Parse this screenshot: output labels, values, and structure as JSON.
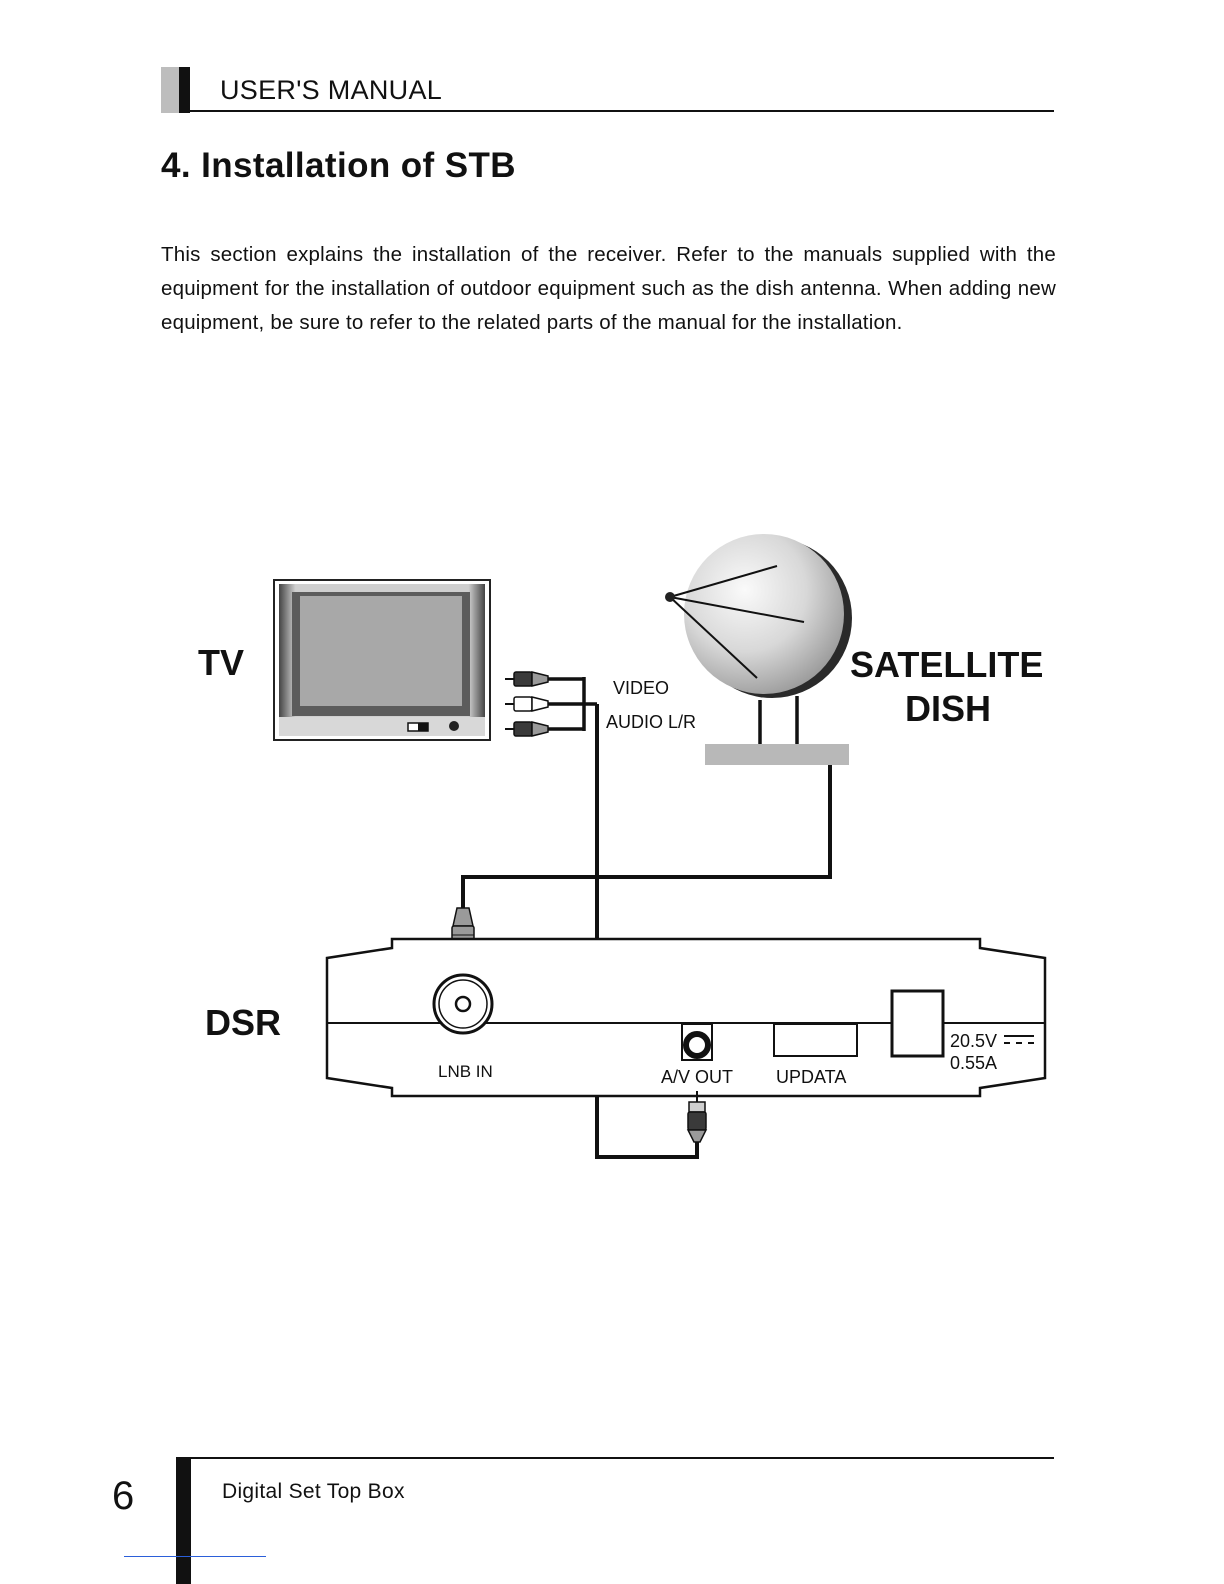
{
  "header": {
    "title": "USER'S MANUAL"
  },
  "section": {
    "title": "4. Installation of STB",
    "intro": "This section explains the installation of the receiver. Refer to the manuals supplied with the equipment for the installation of outdoor equipment such as the dish antenna. When adding new equipment, be sure to refer to the related parts of the manual for the installation."
  },
  "diagram": {
    "tv_label": "TV",
    "satellite_label_line1": "SATELLITE",
    "satellite_label_line2": "DISH",
    "video_label": "VIDEO",
    "audio_label": "AUDIO L/R",
    "dsr_label": "DSR",
    "lnb_in_label": "LNB IN",
    "av_out_label": "A/V OUT",
    "updata_label": "UPDATA",
    "power_voltage": "20.5V",
    "power_current": "0.55A"
  },
  "footer": {
    "page_number": "6",
    "title": "Digital Set Top Box"
  }
}
